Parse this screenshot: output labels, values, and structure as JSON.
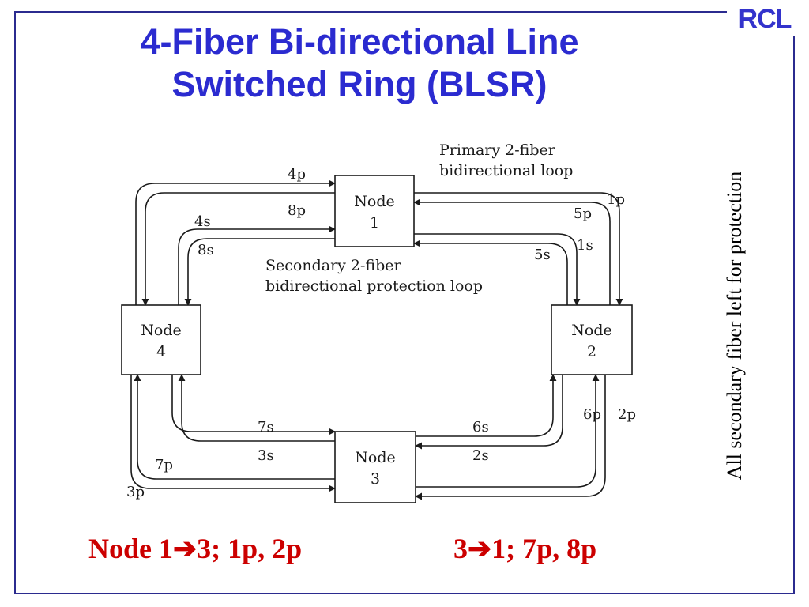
{
  "logo": "RCL",
  "title": {
    "line1": "4-Fiber Bi-directional Line",
    "line2": "Switched Ring (BLSR)"
  },
  "side_note": "All secondary fiber left for protection",
  "routes": {
    "route_a": "Node 1➔3; 1p, 2p",
    "route_b": "3➔1; 7p, 8p"
  },
  "diagram": {
    "captions": {
      "primary_line1": "Primary 2-fiber",
      "primary_line2": "bidirectional loop",
      "secondary_line1": "Secondary 2-fiber",
      "secondary_line2": "bidirectional protection loop"
    },
    "nodes": [
      {
        "line1": "Node",
        "line2": "1"
      },
      {
        "line1": "Node",
        "line2": "2"
      },
      {
        "line1": "Node",
        "line2": "3"
      },
      {
        "line1": "Node",
        "line2": "4"
      }
    ],
    "labels": {
      "l4p": "4p",
      "l8p": "8p",
      "l4s": "4s",
      "l8s": "8s",
      "l1p": "1p",
      "l5p": "5p",
      "l5s": "5s",
      "l1s": "1s",
      "l6p": "6p",
      "l2p": "2p",
      "l6s": "6s",
      "l2s": "2s",
      "l7s": "7s",
      "l3s": "3s",
      "l7p": "7p",
      "l3p": "3p"
    }
  },
  "colors": {
    "title": "#2b2bd0",
    "route": "#cc0000",
    "frame": "#2b2b8f",
    "line": "#1a1a1a"
  }
}
